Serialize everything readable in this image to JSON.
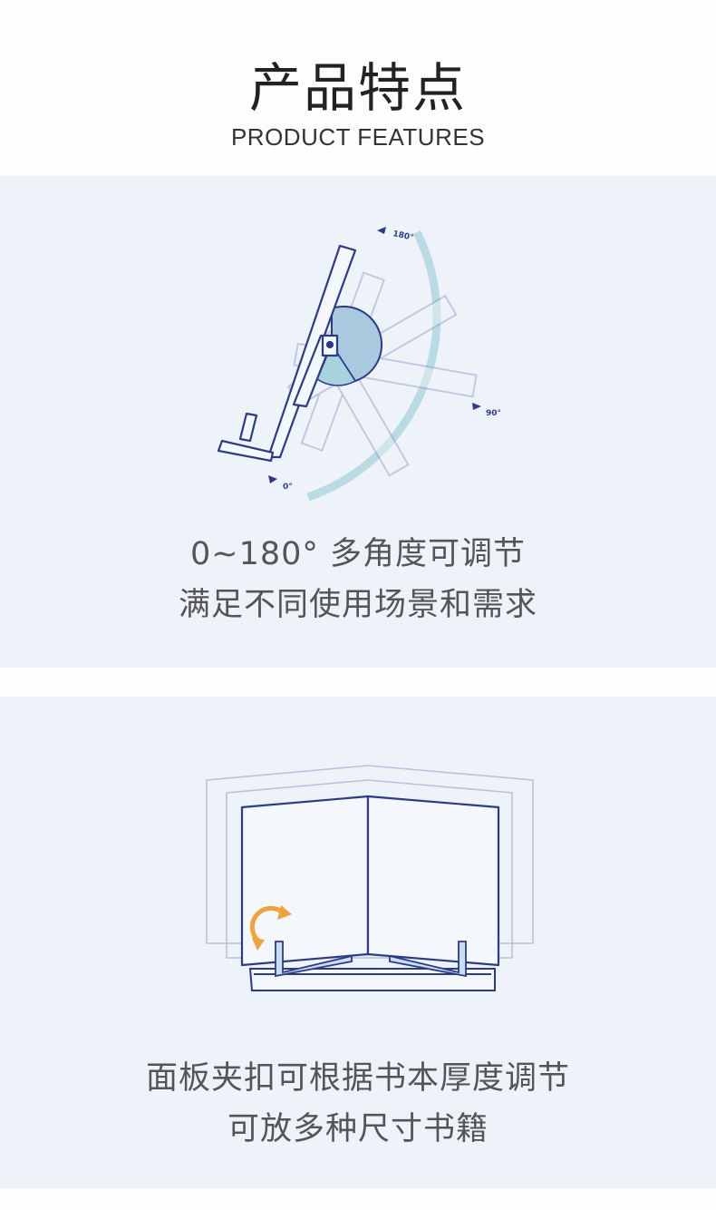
{
  "header": {
    "title_cn": "产品特点",
    "title_en": "PRODUCT FEATURES"
  },
  "feature1": {
    "angle_labels": {
      "a180": "180°",
      "a90": "90°",
      "a0": "0°"
    },
    "caption_line1": "0~180° 多角度可调节",
    "caption_line2": "满足不同使用场景和需求"
  },
  "feature2": {
    "caption_line1": "面板夹扣可根据书本厚度调节",
    "caption_line2": "可放多种尺寸书籍"
  },
  "colors": {
    "panel_bg": "#eef3fa",
    "stroke_dark": "#2c3a8c",
    "arc_light": "#b9dbe3",
    "arrow_orange": "#f0a33a"
  }
}
